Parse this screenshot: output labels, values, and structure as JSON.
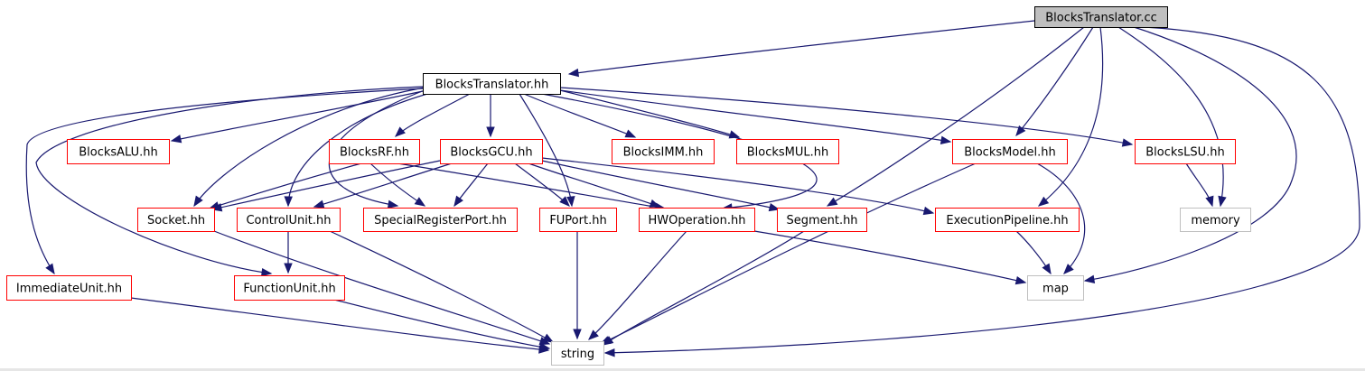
{
  "diagram": {
    "colors": {
      "root_fill": "#bfbfbf",
      "black_border": "#000000",
      "red_border": "#ff0000",
      "gray_border": "#bfbfbf",
      "edge": "#191970",
      "text": "#000000"
    },
    "nodes": {
      "root": {
        "label": "BlocksTranslator.cc",
        "style": "root"
      },
      "translator_hh": {
        "label": "BlocksTranslator.hh",
        "style": "black"
      },
      "blocks_alu": {
        "label": "BlocksALU.hh",
        "style": "red"
      },
      "blocks_rf": {
        "label": "BlocksRF.hh",
        "style": "red"
      },
      "blocks_gcu": {
        "label": "BlocksGCU.hh",
        "style": "red"
      },
      "blocks_imm": {
        "label": "BlocksIMM.hh",
        "style": "red"
      },
      "blocks_mul": {
        "label": "BlocksMUL.hh",
        "style": "red"
      },
      "blocks_model": {
        "label": "BlocksModel.hh",
        "style": "red"
      },
      "blocks_lsu": {
        "label": "BlocksLSU.hh",
        "style": "red"
      },
      "socket": {
        "label": "Socket.hh",
        "style": "red"
      },
      "control_unit": {
        "label": "ControlUnit.hh",
        "style": "red"
      },
      "special_register_port": {
        "label": "SpecialRegisterPort.hh",
        "style": "red"
      },
      "fuport": {
        "label": "FUPort.hh",
        "style": "red"
      },
      "hw_operation": {
        "label": "HWOperation.hh",
        "style": "red"
      },
      "segment": {
        "label": "Segment.hh",
        "style": "red"
      },
      "execution_pipeline": {
        "label": "ExecutionPipeline.hh",
        "style": "red"
      },
      "memory": {
        "label": "memory",
        "style": "gray"
      },
      "immediate_unit": {
        "label": "ImmediateUnit.hh",
        "style": "red"
      },
      "function_unit": {
        "label": "FunctionUnit.hh",
        "style": "red"
      },
      "map": {
        "label": "map",
        "style": "gray"
      },
      "string": {
        "label": "string",
        "style": "gray"
      }
    },
    "edges": [
      [
        "root",
        "translator_hh"
      ],
      [
        "root",
        "blocks_model"
      ],
      [
        "root",
        "segment"
      ],
      [
        "root",
        "execution_pipeline"
      ],
      [
        "root",
        "memory"
      ],
      [
        "root",
        "map"
      ],
      [
        "root",
        "string"
      ],
      [
        "translator_hh",
        "blocks_alu"
      ],
      [
        "translator_hh",
        "blocks_rf"
      ],
      [
        "translator_hh",
        "blocks_gcu"
      ],
      [
        "translator_hh",
        "blocks_imm"
      ],
      [
        "translator_hh",
        "blocks_mul"
      ],
      [
        "translator_hh",
        "blocks_model"
      ],
      [
        "translator_hh",
        "blocks_lsu"
      ],
      [
        "translator_hh",
        "socket"
      ],
      [
        "translator_hh",
        "control_unit"
      ],
      [
        "translator_hh",
        "special_register_port"
      ],
      [
        "translator_hh",
        "fuport"
      ],
      [
        "translator_hh",
        "hw_operation"
      ],
      [
        "translator_hh",
        "immediate_unit"
      ],
      [
        "translator_hh",
        "function_unit"
      ],
      [
        "blocks_rf",
        "socket"
      ],
      [
        "blocks_rf",
        "special_register_port"
      ],
      [
        "blocks_rf",
        "hw_operation"
      ],
      [
        "blocks_gcu",
        "socket"
      ],
      [
        "blocks_gcu",
        "control_unit"
      ],
      [
        "blocks_gcu",
        "special_register_port"
      ],
      [
        "blocks_gcu",
        "fuport"
      ],
      [
        "blocks_gcu",
        "hw_operation"
      ],
      [
        "blocks_gcu",
        "segment"
      ],
      [
        "blocks_gcu",
        "execution_pipeline"
      ],
      [
        "blocks_model",
        "string"
      ],
      [
        "blocks_model",
        "map"
      ],
      [
        "blocks_lsu",
        "memory"
      ],
      [
        "socket",
        "string"
      ],
      [
        "control_unit",
        "function_unit"
      ],
      [
        "control_unit",
        "string"
      ],
      [
        "fuport",
        "string"
      ],
      [
        "hw_operation",
        "string"
      ],
      [
        "hw_operation",
        "map"
      ],
      [
        "segment",
        "string"
      ],
      [
        "execution_pipeline",
        "map"
      ],
      [
        "immediate_unit",
        "string"
      ],
      [
        "function_unit",
        "string"
      ]
    ]
  }
}
